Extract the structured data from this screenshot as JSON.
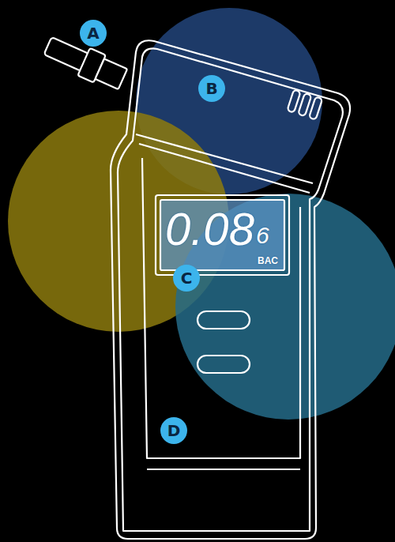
{
  "diagram": {
    "nodes": [
      {
        "text": [
          "A"
        ]
      },
      {
        "text": [
          "B"
        ]
      },
      {
        "text": [
          "0.08",
          "6",
          "BAC"
        ]
      },
      {
        "text": [
          "C"
        ]
      },
      {
        "text": [
          "D"
        ]
      }
    ]
  }
}
